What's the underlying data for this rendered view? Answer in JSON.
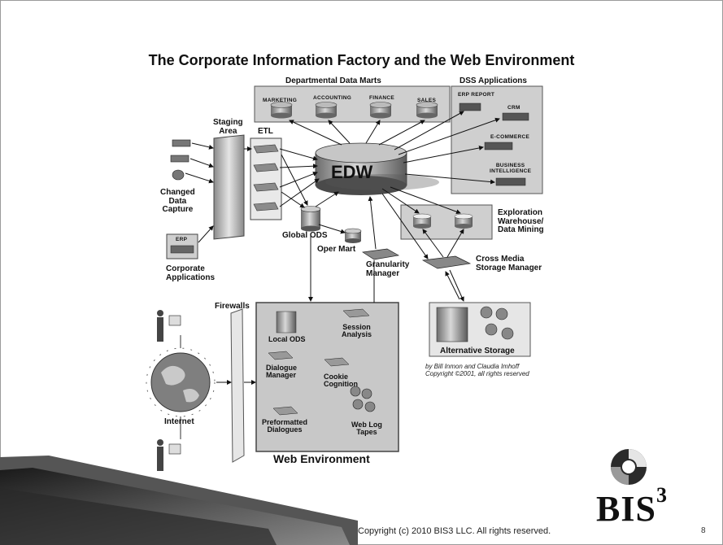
{
  "title": "The Corporate Information Factory and the Web Environment",
  "labels": {
    "departmental_data_marts": "Departmental Data Marts",
    "marketing": "MARKETING",
    "accounting": "ACCOUNTING",
    "finance": "FINANCE",
    "sales": "SALES",
    "dss_applications": "DSS Applications",
    "erp_report": "ERP REPORT",
    "crm": "CRM",
    "e_commerce": "E-COMMERCE",
    "business_intelligence": "BUSINESS\nINTELLIGENCE",
    "staging_area": "Staging\nArea",
    "etl": "ETL",
    "edw": "EDW",
    "changed_data_capture": "Changed\nData\nCapture",
    "erp": "ERP",
    "corporate_applications": "Corporate\nApplications",
    "global_ods": "Global ODS",
    "oper_mart": "Oper Mart",
    "granularity_manager": "Granularity\nManager",
    "exploration_warehouse": "Exploration\nWarehouse/\nData Mining",
    "cross_media": "Cross Media\nStorage Manager",
    "alternative_storage": "Alternative Storage",
    "credit_line1": "by Bill Inmon and Claudia Imhoff",
    "credit_line2": "Copyright ©2001, all rights reserved",
    "firewalls": "Firewalls",
    "internet": "Internet",
    "local_ods": "Local ODS",
    "session_analysis": "Session\nAnalysis",
    "dialogue_manager": "Dialogue\nManager",
    "cookie_cognition": "Cookie\nCognition",
    "preformatted_dialogues": "Preformatted\nDialogues",
    "web_log_tapes": "Web Log\nTapes",
    "web_environment": "Web Environment"
  },
  "footer": {
    "copyright": "Copyright (c) 2010 BIS3 LLC. All rights reserved.",
    "page_number": "8"
  },
  "logo": {
    "text": "BIS",
    "superscript": "3"
  },
  "colors": {
    "panel_fill": "#cfcfcf",
    "panel_dark": "#a9a9a9",
    "banner_dark": "#3a3a3a"
  }
}
